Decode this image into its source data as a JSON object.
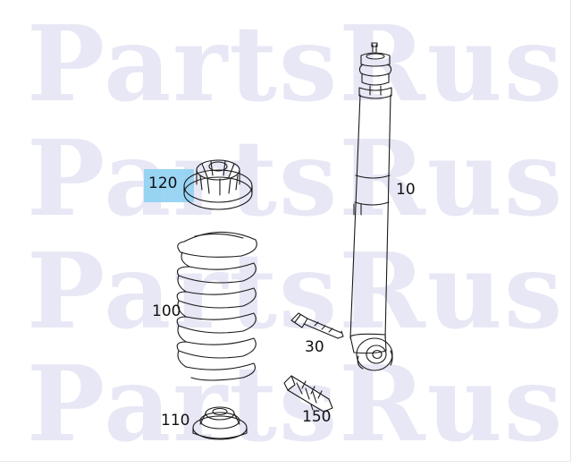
{
  "watermark": {
    "lines": [
      "PartsRus",
      "PartsRus",
      "PartsRus",
      "PartsRus"
    ]
  },
  "callouts": {
    "shock_absorber": "10",
    "upper_spring_pad": "120",
    "coil_spring": "100",
    "bolt": "30",
    "lower_spring_seat": "110",
    "clip": "150"
  },
  "highlight": {
    "target": "120",
    "color": "#8fd0f2"
  },
  "colors": {
    "line": "#1a1a1a",
    "watermark": "#e7e7f5"
  }
}
